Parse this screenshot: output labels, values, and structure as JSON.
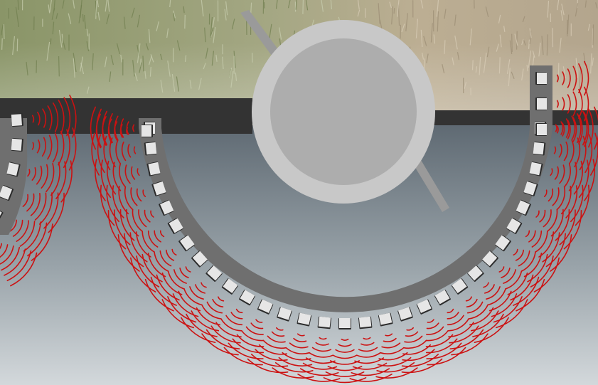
{
  "diagram": {
    "left_array_elements": 6,
    "main_array_elements": 31,
    "wave_arcs_per_element": 8,
    "colors": {
      "grass": "#8f9a6a",
      "soil": "#b8a98f",
      "roof_bar": "#333333",
      "water_top": "#5f6a73",
      "water_bottom": "#d3d8db",
      "array_housing": "#6f6f6f",
      "transducer_face": "#e6e6e6",
      "transducer_shadow": "#2b2b2b",
      "wave": "#cc1111",
      "cylinder_outer": "#c8c8c8",
      "cylinder_inner": "#adadad",
      "blade": "#9a9a9a"
    }
  }
}
